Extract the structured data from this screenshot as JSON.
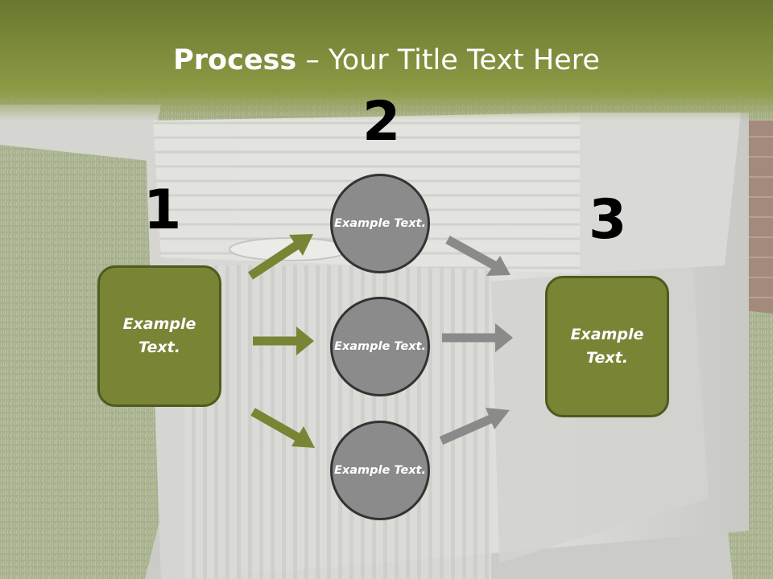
{
  "title": {
    "bold": "Process",
    "rest": " – Your Title Text Here"
  },
  "steps": [
    {
      "number": "1",
      "label": "Example Text."
    },
    {
      "number": "2",
      "label": "Example Text."
    },
    {
      "number": "3",
      "label": "Example Text."
    }
  ],
  "circles": [
    {
      "label": "Example Text."
    },
    {
      "label": "Example Text."
    },
    {
      "label": "Example Text."
    }
  ],
  "colors": {
    "banner": "#6b7b32",
    "box_fill": "#7a8435",
    "box_border": "#4f5a1e",
    "circle_fill": "#8b8b8b",
    "circle_border": "#333333",
    "arrow_green": "#7a8435",
    "arrow_gray": "#8a8a8a"
  }
}
